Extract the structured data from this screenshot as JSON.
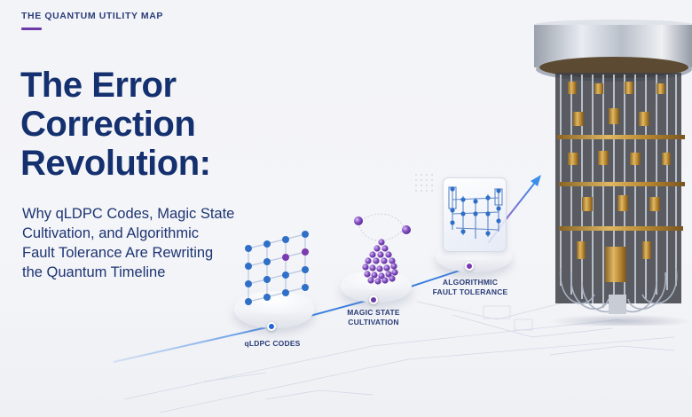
{
  "header": {
    "kicker": "THE QUANTUM UTILITY MAP"
  },
  "title": {
    "lines": [
      "The Error",
      "Correction",
      "Revolution:"
    ]
  },
  "subtitle": {
    "lines": [
      "Why qLDPC Codes, Magic State",
      "Cultivation, and Algorithmic",
      "Fault Tolerance Are Rewriting",
      "the Quantum Timeline"
    ]
  },
  "roadmap": {
    "stages": [
      {
        "label_lines": [
          "qLDPC CODES"
        ],
        "icon": "qubit-lattice-icon",
        "node_color": "#1f66d8"
      },
      {
        "label_lines": [
          "MAGIC STATE",
          "CULTIVATION"
        ],
        "icon": "atom-pyramid-icon",
        "node_color": "#6a3aa8"
      },
      {
        "label_lines": [
          "ALGORITHMIC",
          "FAULT TOLERANCE"
        ],
        "icon": "circuit-panel-icon",
        "node_color": "#7a36b8"
      }
    ],
    "trend_arrow": "trend-arrow-icon"
  },
  "illustration": {
    "name": "dilution-refrigerator-quantum-computer"
  },
  "colors": {
    "background": "#f3f4f8",
    "title": "#14306e",
    "accent_purple": "#6c3aa8",
    "accent_blue": "#3a7fe0",
    "gold": "#c99a3c"
  }
}
